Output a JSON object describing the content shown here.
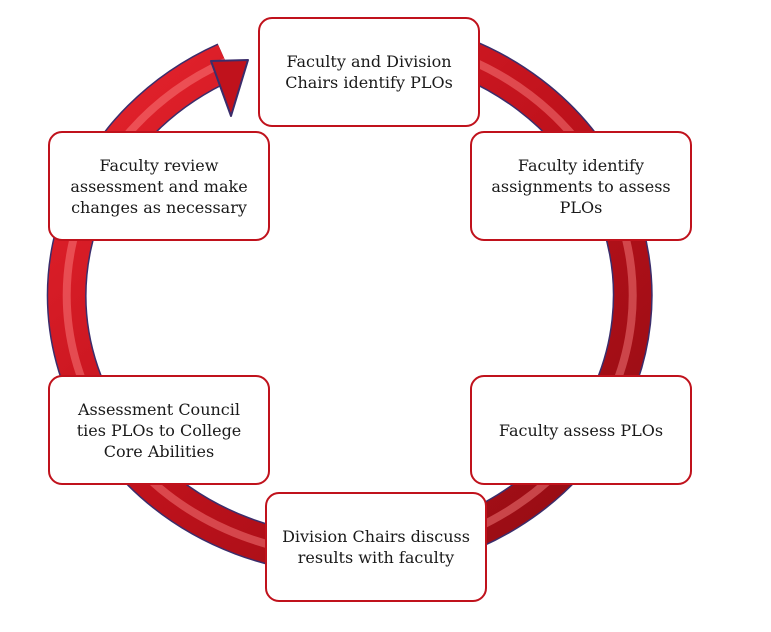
{
  "diagram": {
    "type": "cycle",
    "colors": {
      "arrow": "#c0121c",
      "arrow_dark": "#7a0a10",
      "arrow_highlight": "#ff8a8a",
      "arrow_outline": "#3b2d6b",
      "box_border": "#c0121c",
      "box_fill": "#ffffff",
      "text": "#1a1a1a"
    },
    "steps": [
      {
        "label": "Faculty and Division Chairs identify PLOs"
      },
      {
        "label": "Faculty identify assignments to assess PLOs"
      },
      {
        "label": "Faculty assess PLOs"
      },
      {
        "label": "Division Chairs discuss results with faculty"
      },
      {
        "label": "Assessment Council ties PLOs to College Core Abilities"
      },
      {
        "label": "Faculty review assessment and make changes as necessary"
      }
    ]
  }
}
